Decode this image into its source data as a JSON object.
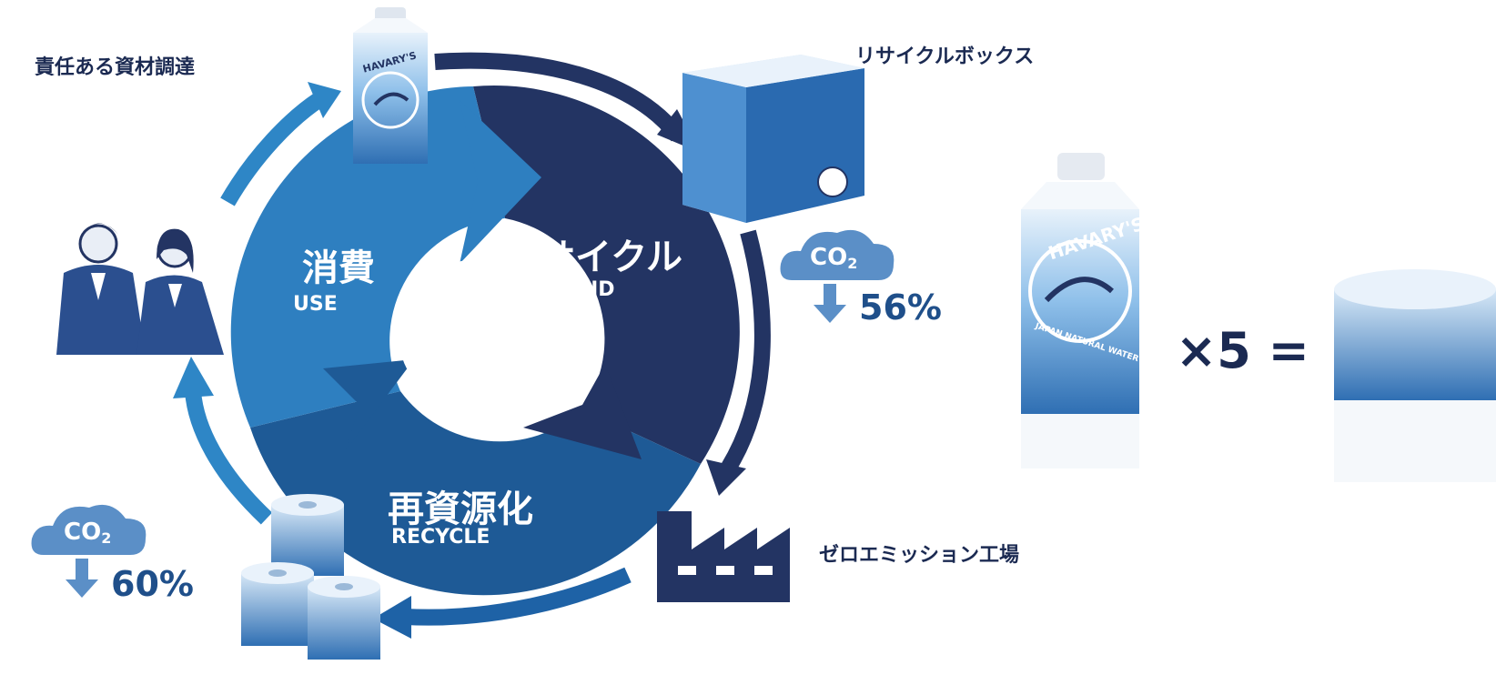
{
  "labels": {
    "sourcing": "責任ある資材調達",
    "recycle_box": "リサイクルボックス",
    "factory": "ゼロエミッション工場"
  },
  "cycle": {
    "use": {
      "title": "消費",
      "sub": "USE"
    },
    "send": {
      "title": "リサイクル",
      "sub": "SEND"
    },
    "recycle": {
      "title": "再資源化",
      "sub": "RECYCLE"
    }
  },
  "co2": {
    "label": "CO",
    "subscript": "2",
    "reduction_top": "56%",
    "reduction_bottom": "60%"
  },
  "product": {
    "brand": "HAVARY'S",
    "subtitle": "JAPAN NATURAL WATER"
  },
  "equation": {
    "multiplier": "×5 ="
  },
  "colors": {
    "dark_navy": "#233463",
    "mid_blue": "#1e62a6",
    "light_blue": "#2e86c6",
    "cloud": "#5b8fc7",
    "text_dark": "#1b2a52"
  }
}
